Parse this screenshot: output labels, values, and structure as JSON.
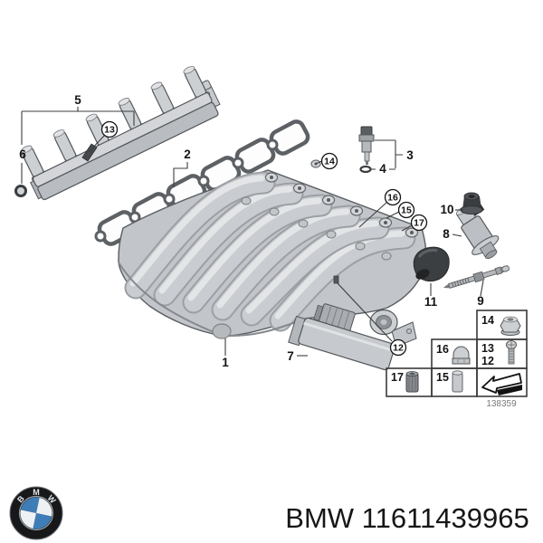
{
  "callouts": {
    "c1": "1",
    "c2": "2",
    "c3": "3",
    "c4": "4",
    "c5": "5",
    "c6": "6",
    "c7": "7",
    "c8": "8",
    "c9": "9",
    "c10": "10",
    "c11": "11",
    "c12": "12",
    "c13": "13",
    "c14": "14",
    "c15": "15",
    "c16": "16",
    "c17": "17"
  },
  "legend_table": {
    "cells": {
      "c14": "14",
      "c16": "16",
      "c13": "13",
      "c12": "12",
      "c17": "17",
      "c15": "15"
    },
    "arrow_icon": "direction-arrow",
    "drawing_number": "138359"
  },
  "footer": {
    "caption": "BMW 11611439965",
    "logo_letters": [
      "B",
      "M",
      "W"
    ]
  },
  "colors": {
    "background": "#ffffff",
    "line_color": "#3d3d3d",
    "label_color": "#141414",
    "metal_light": "#d6d8db",
    "metal_mid": "#c2c5c9",
    "metal_dark": "#8d9195",
    "rubber_dark": "#3a3d40",
    "logo_blue": "#3f7db8",
    "logo_black": "#16181a",
    "table_border": "#3a3a3a"
  }
}
